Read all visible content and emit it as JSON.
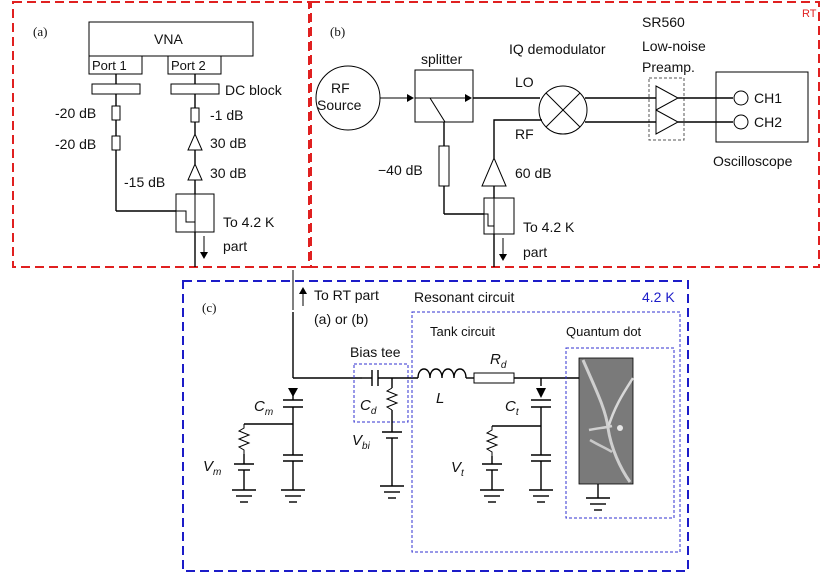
{
  "panel_a": {
    "tag": "(a)",
    "vna": "VNA",
    "port1": "Port 1",
    "port2": "Port 2",
    "dc_block": "DC block",
    "att1": "-20 dB",
    "att2": "-20 dB",
    "att3": "-1 dB",
    "amp1": "30 dB",
    "amp2": "30 dB",
    "att4": "-15 dB",
    "to_42k_1": "To 4.2 K",
    "to_42k_2": "part"
  },
  "panel_b": {
    "tag": "(b)",
    "rt": "RT",
    "rf_source_1": "RF",
    "rf_source_2": "Source",
    "splitter": "splitter",
    "iq": "IQ demodulator",
    "lo": "LO",
    "rf": "RF",
    "sr560": "SR560",
    "low_noise": "Low-noise",
    "preamp": "Preamp.",
    "ch1": "CH1",
    "ch2": "CH2",
    "oscilloscope": "Oscilloscope",
    "att": "−40 dB",
    "amp": "60 dB",
    "to_42k_1": "To 4.2 K",
    "to_42k_2": "part"
  },
  "panel_c": {
    "tag": "(c)",
    "k42": "4.2 K",
    "to_rt_1": "To RT part",
    "to_rt_2": "(a) or (b)",
    "resonant": "Resonant circuit",
    "bias_tee": "Bias tee",
    "tank": "Tank circuit",
    "qd": "Quantum dot",
    "cm": "C",
    "cm_sub": "m",
    "vm": "V",
    "vm_sub": "m",
    "cd": "C",
    "cd_sub": "d",
    "vbi": "V",
    "vbi_sub": "bi",
    "l": "L",
    "rd": "R",
    "rd_sub": "d",
    "ct": "C",
    "ct_sub": "t",
    "vt": "V",
    "vt_sub": "t"
  },
  "colors": {
    "rt_border": "#e02020",
    "cold_border": "#1c1cc8"
  }
}
